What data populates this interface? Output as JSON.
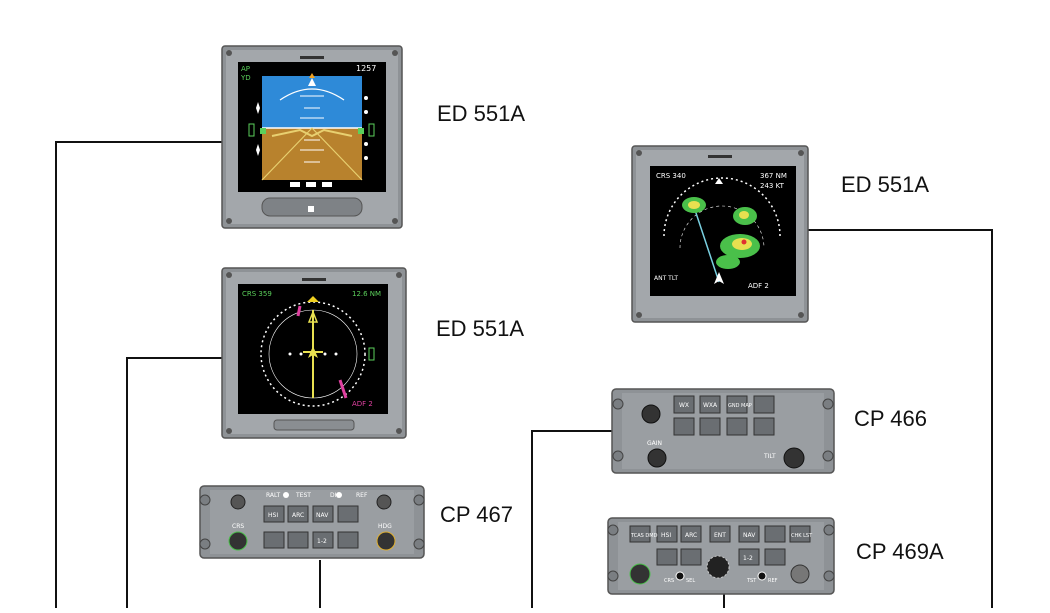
{
  "labels": {
    "pfd": "ED 551A",
    "hsi": "ED 551A",
    "radar_display": "ED 551A",
    "cp466": "CP 466",
    "cp467": "CP 467",
    "cp469a": "CP 469A"
  },
  "pfd": {
    "ap": "AP",
    "yd": "YD",
    "alt_readout": "1257"
  },
  "hsi": {
    "crs": "CRS 359",
    "dist": "12.6 NM",
    "adf": "ADF 2"
  },
  "radar": {
    "crs": "CRS 340",
    "nm": "367 NM",
    "kt": "243 KT",
    "adf": "ADF 2",
    "ant_tilt": "ANT TLT"
  },
  "cp466": {
    "buttons": [
      "WX",
      "WXA",
      "GND MAP"
    ],
    "knob_gain": "GAIN",
    "knob_tilt": "TILT"
  },
  "cp467": {
    "top_left": "RALT",
    "top_test": "TEST",
    "top_dh": "DH",
    "top_ref": "REF",
    "knob_crs": "CRS",
    "knob_hdg": "HDG",
    "buttons_row1": [
      "HSI",
      "ARC",
      "NAV"
    ],
    "buttons_row2": [
      "1-2"
    ]
  },
  "cp469a": {
    "buttons_row1": [
      "TCAS DMD",
      "HSI",
      "ARC",
      "ENT",
      "NAV",
      "CHK LST"
    ],
    "buttons_row2": [
      "1-2"
    ],
    "knob_crs": "CRS",
    "sel": "SEL",
    "tst": "TST",
    "ref": "REF"
  },
  "colors": {
    "bezel": "#9a9ea2",
    "sky": "#2e8ad8",
    "ground": "#b8822d",
    "line": "#111111"
  }
}
